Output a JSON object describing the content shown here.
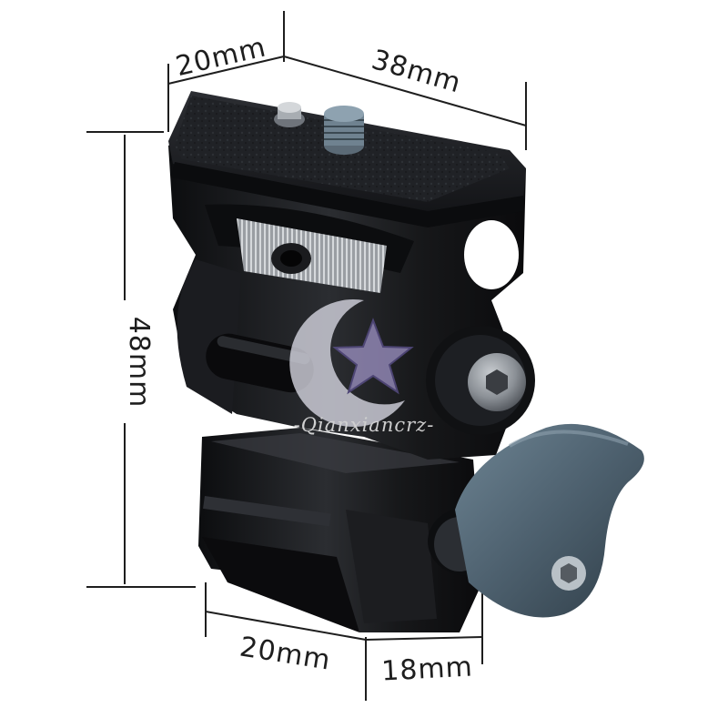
{
  "dimensions": {
    "top_left": "20mm",
    "top_right": "38mm",
    "left": "48mm",
    "bottom_left": "20mm",
    "bottom_right": "18mm"
  },
  "watermark": {
    "text": "-Qianxiancrz-"
  },
  "colors": {
    "body": "#1b1c1f",
    "knob": "#4f6373",
    "line": "#1e1e1e",
    "watermark": "#ffffff"
  }
}
